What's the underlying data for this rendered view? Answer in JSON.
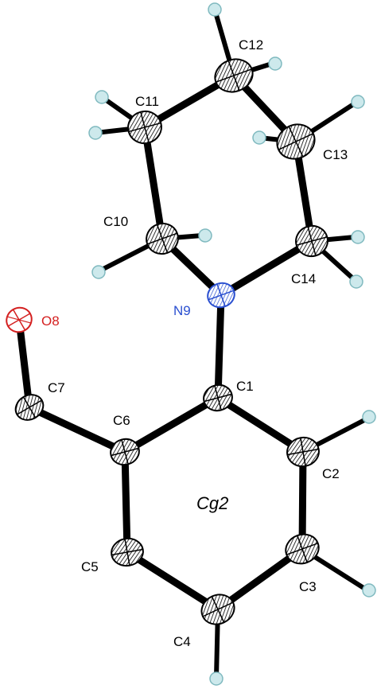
{
  "atoms": {
    "c1": "C1",
    "c2": "C2",
    "c3": "C3",
    "c4": "C4",
    "c5": "C5",
    "c6": "C6",
    "c7": "C7",
    "o8": "O8",
    "n9": "N9",
    "c10": "C10",
    "c11": "C11",
    "c12": "C12",
    "c13": "C13",
    "c14": "C14"
  },
  "centroid_label": "Cg2",
  "colors": {
    "carbon": "#000000",
    "nitrogen": "#2a4fd0",
    "oxygen": "#d42020",
    "bond": "#000000",
    "hydrogen_fill": "#cde9ec",
    "hydrogen_stroke": "#7fb9bf"
  }
}
